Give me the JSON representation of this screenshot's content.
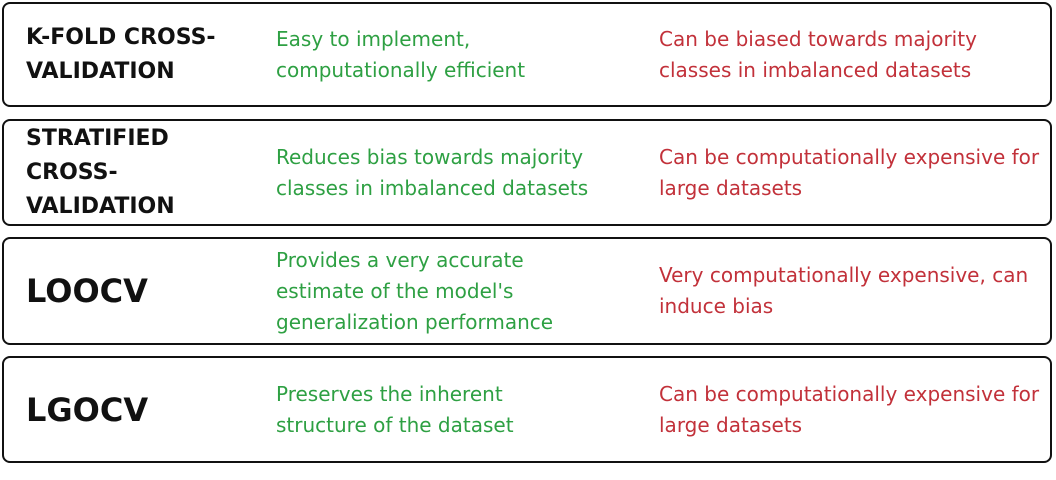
{
  "colors": {
    "advantage": "#2ea043",
    "disadvantage": "#c2313a",
    "border": "#111111",
    "text": "#111111"
  },
  "rows": [
    {
      "method": "K-FOLD CROSS-VALIDATION",
      "advantage": "Easy to implement, computationally efficient",
      "disadvantage": "Can be biased towards majority classes in imbalanced datasets"
    },
    {
      "method": "STRATIFIED CROSS-VALIDATION",
      "advantage": "Reduces bias towards majority classes in imbalanced datasets",
      "disadvantage": "Can be computationally expensive for large datasets"
    },
    {
      "method": "LOOCV",
      "advantage": "Provides a very accurate estimate of the model's generalization performance",
      "disadvantage": "Very computationally expensive, can induce bias"
    },
    {
      "method": "LGOCV",
      "advantage": "Preserves the inherent structure of the dataset",
      "disadvantage": "Can be computationally expensive for large datasets"
    }
  ]
}
